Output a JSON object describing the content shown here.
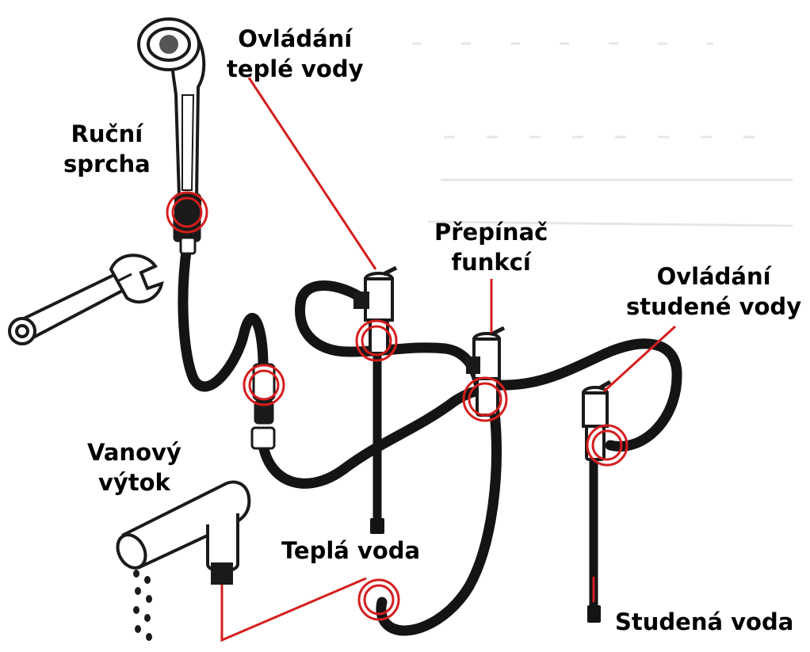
{
  "labels": {
    "hot_control": [
      "Ovládání",
      "teplé vody"
    ],
    "hand_shower": [
      "Ruční",
      "sprcha"
    ],
    "diverter": [
      "Přepínač",
      "funkcí"
    ],
    "cold_control": [
      "Ovládání",
      "studené vody"
    ],
    "tub_spout": [
      "Vanový",
      "výtok"
    ],
    "hot_water": "Teplá voda",
    "cold_water": "Studená voda"
  },
  "colors": {
    "marker": "#d41e1e",
    "hose": "#141414",
    "outline": "#1a1a1a",
    "fill": "#ffffff"
  },
  "icons": {
    "wrench": "wrench-icon",
    "shower_head": "shower-head-icon",
    "tub_spout": "tub-spout-icon"
  }
}
